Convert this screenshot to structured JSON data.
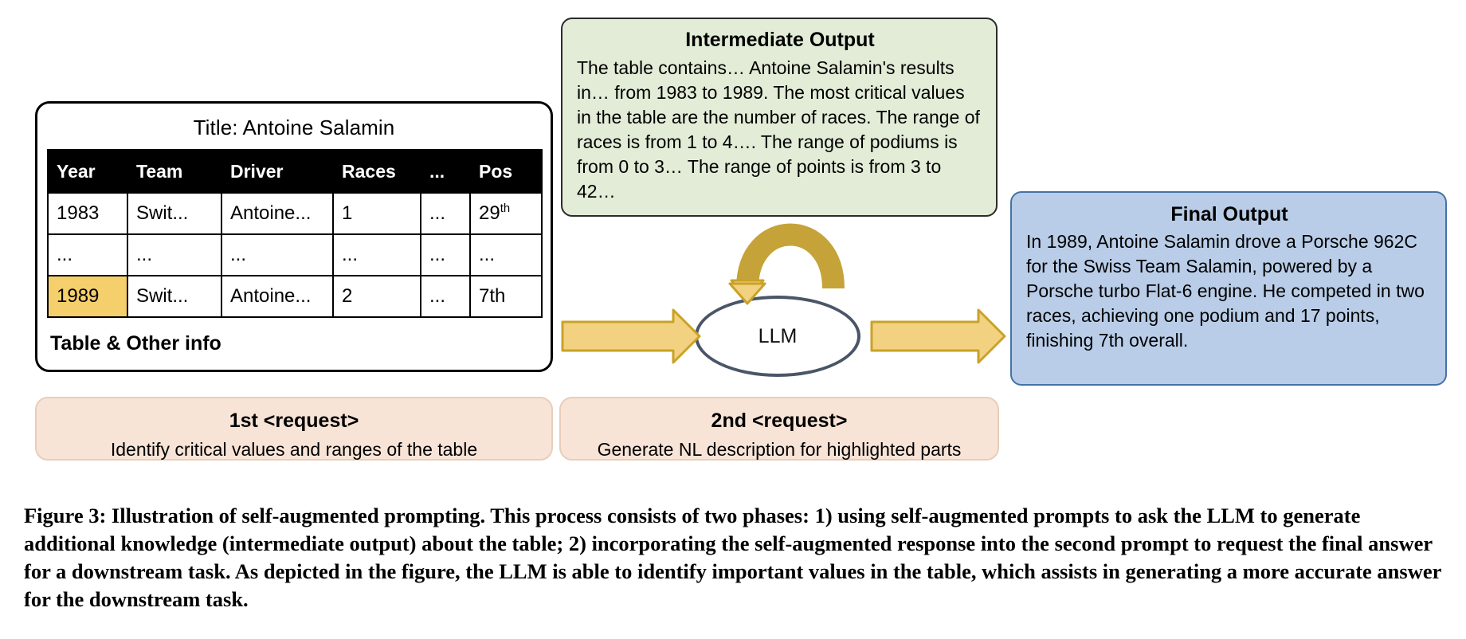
{
  "figure": {
    "caption": "Figure 3: Illustration of self-augmented prompting. This process consists of two phases: 1) using self-augmented prompts to ask the LLM to generate additional knowledge (intermediate output) about the table; 2) incorporating the self-augmented response into the second prompt to request the final answer for a downstream task. As depicted in the figure, the LLM is able to identify important values in the table, which assists in generating a more accurate answer for the downstream task."
  },
  "table_card": {
    "title": "Title: Antoine Salamin",
    "footer": "Table & Other info",
    "columns": [
      "Year",
      "Team",
      "Driver",
      "Races",
      "...",
      "Pos"
    ],
    "rows": [
      {
        "year": "1983",
        "team": "Swit...",
        "driver": "Antoine...",
        "races": "1",
        "dots": "...",
        "pos_num": "29",
        "pos_suffix": "th",
        "highlight_year": false
      },
      {
        "year": "...",
        "team": "...",
        "driver": "...",
        "races": "...",
        "dots": "...",
        "pos_num": "...",
        "pos_suffix": "",
        "highlight_year": false
      },
      {
        "year": "1989",
        "team": "Swit...",
        "driver": "Antoine...",
        "races": "2",
        "dots": "...",
        "pos_num": "7th",
        "pos_suffix": "",
        "highlight_year": true
      }
    ]
  },
  "request_1": {
    "title": "1st <request>",
    "subtitle": "Identify critical values and ranges of the table"
  },
  "request_2": {
    "title": "2nd <request>",
    "subtitle": "Generate NL description for highlighted parts"
  },
  "intermediate_output": {
    "title": "Intermediate Output",
    "body": "The table contains… Antoine Salamin's results in… from 1983 to 1989. The most critical values in the table are the number of races. The range of races is from 1 to 4…. The range of podiums is from 0 to 3… The range of points is from 3 to 42…"
  },
  "final_output": {
    "title": "Final Output",
    "body": "In 1989, Antoine Salamin drove a Porsche 962C for the Swiss Team Salamin, powered by a Porsche turbo Flat-6 engine. He competed in two races, achieving one podium and 17 points, finishing 7th overall."
  },
  "llm_node": {
    "label": "LLM"
  },
  "colors": {
    "highlight_cell": "#f5cf6b",
    "arrow_fill": "#f2d281",
    "arrow_stroke": "#c9a227",
    "loop_arrow_dark": "#c6a338",
    "green_box_bg": "#e2ecd7",
    "blue_box_bg": "#b9cde8",
    "blue_box_border": "#4472a8",
    "request_bg": "#f8e4d7",
    "oval_stroke": "#4a5568",
    "header_bg": "#000000"
  }
}
